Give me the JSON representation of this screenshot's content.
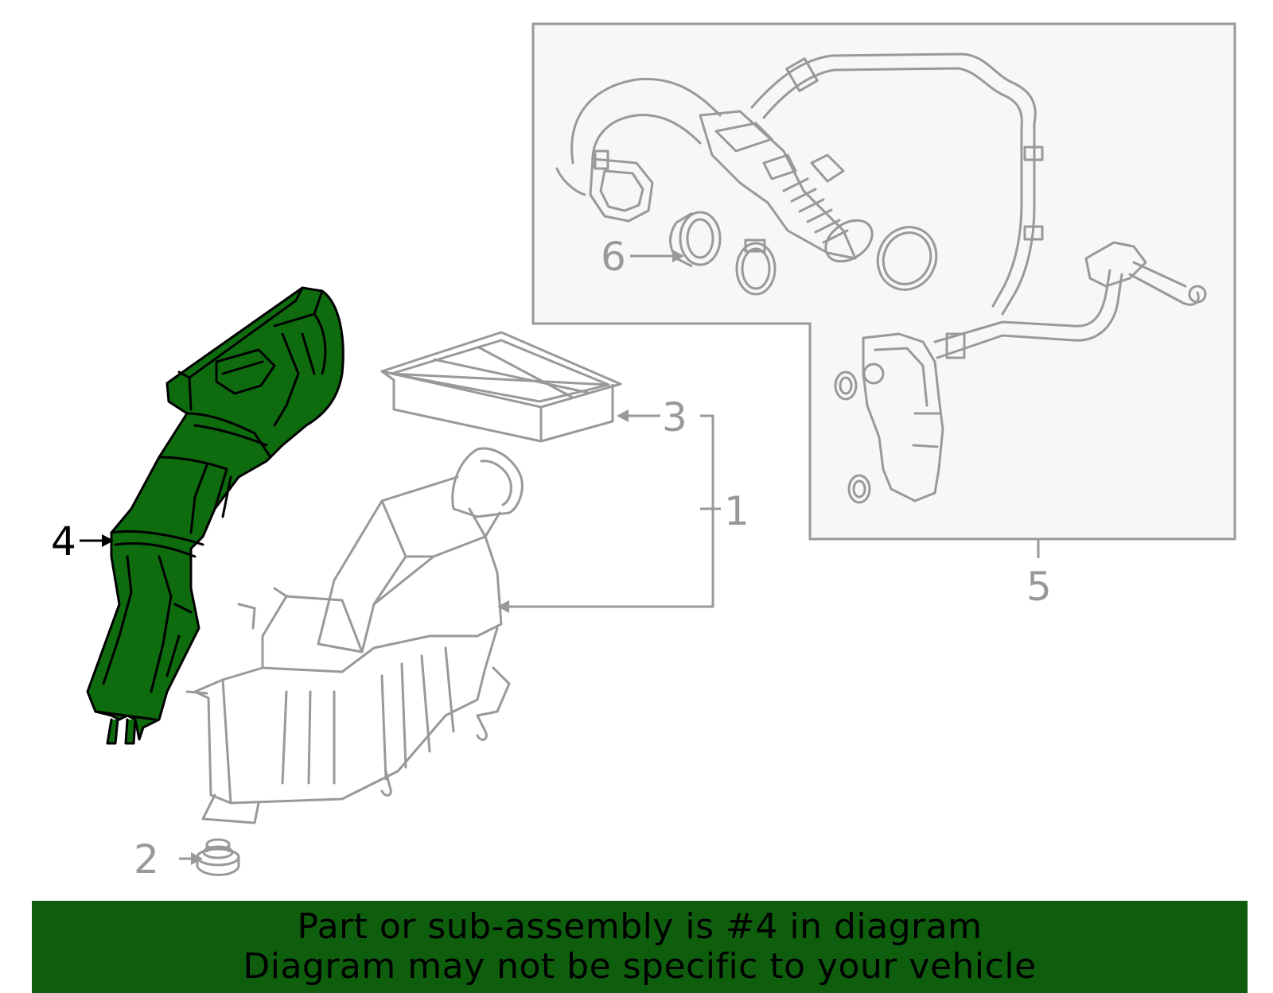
{
  "colors": {
    "highlight": "#0e6b0e",
    "line_gray": "#999999",
    "panel_fill": "#f7f7f7",
    "banner_bg": "#0e5e0e",
    "text_dark": "#000000"
  },
  "callouts": {
    "part1": "1",
    "part2": "2",
    "part3": "3",
    "part4": "4",
    "part5": "5",
    "part6": "6"
  },
  "banner": {
    "line1": "Part or sub-assembly is #4 in diagram",
    "line2": "Diagram may not be specific to your vehicle"
  }
}
